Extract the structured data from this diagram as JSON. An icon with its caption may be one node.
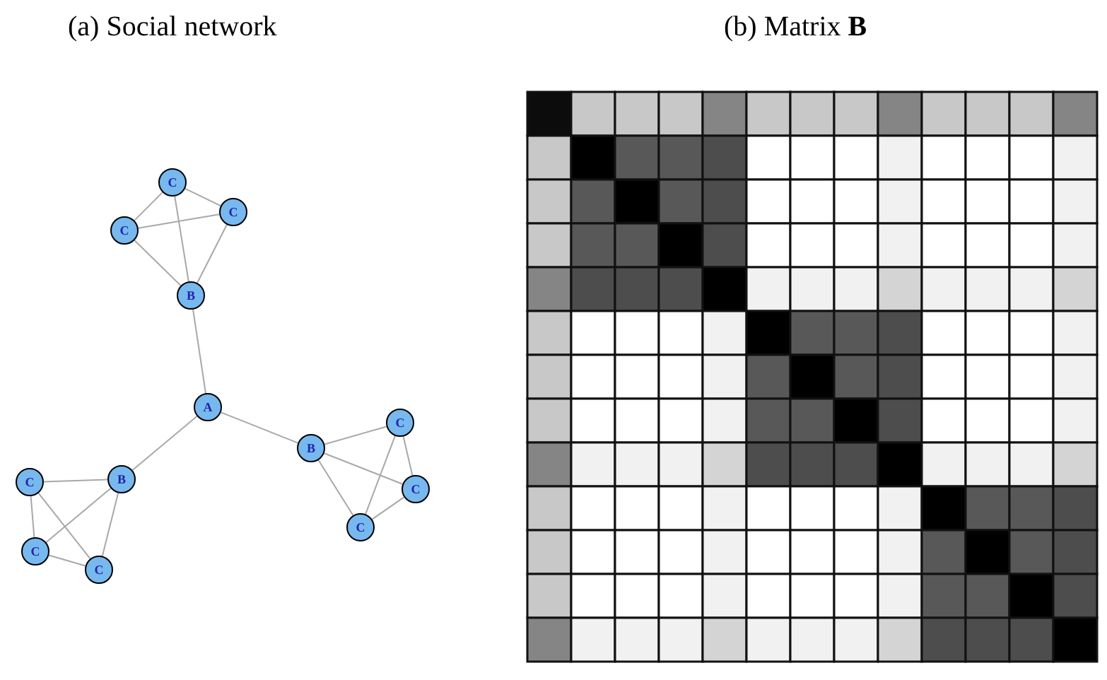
{
  "diagram": {
    "nodes": [
      {
        "text": [
          "C"
        ]
      },
      {
        "text": [
          "C"
        ]
      },
      {
        "text": [
          "C"
        ]
      },
      {
        "text": [
          "B"
        ]
      },
      {
        "text": [
          "A"
        ]
      },
      {
        "text": [
          "C"
        ]
      },
      {
        "text": [
          "B"
        ]
      },
      {
        "text": [
          "B"
        ]
      },
      {
        "text": [
          "C"
        ]
      },
      {
        "text": [
          "C"
        ]
      },
      {
        "text": [
          "C"
        ]
      },
      {
        "text": [
          "C"
        ]
      },
      {
        "text": [
          "C"
        ]
      }
    ],
    "edges": [
      {
        "from": 4,
        "to": 3,
        "arrow": "none"
      },
      {
        "from": 4,
        "to": 7,
        "arrow": "none"
      },
      {
        "from": 4,
        "to": 6,
        "arrow": "none"
      },
      {
        "from": 0,
        "to": 1,
        "arrow": "none"
      },
      {
        "from": 0,
        "to": 2,
        "arrow": "none"
      },
      {
        "from": 2,
        "to": 1,
        "arrow": "none"
      },
      {
        "from": 0,
        "to": 3,
        "arrow": "none"
      },
      {
        "from": 2,
        "to": 3,
        "arrow": "none"
      },
      {
        "from": 1,
        "to": 3,
        "arrow": "none"
      },
      {
        "from": 8,
        "to": 7,
        "arrow": "none"
      },
      {
        "from": 8,
        "to": 11,
        "arrow": "none"
      },
      {
        "from": 8,
        "to": 12,
        "arrow": "none"
      },
      {
        "from": 11,
        "to": 7,
        "arrow": "none"
      },
      {
        "from": 11,
        "to": 12,
        "arrow": "none"
      },
      {
        "from": 12,
        "to": 7,
        "arrow": "none"
      },
      {
        "from": 6,
        "to": 5,
        "arrow": "none"
      },
      {
        "from": 6,
        "to": 9,
        "arrow": "none"
      },
      {
        "from": 6,
        "to": 10,
        "arrow": "none"
      },
      {
        "from": 5,
        "to": 9,
        "arrow": "none"
      },
      {
        "from": 5,
        "to": 10,
        "arrow": "none"
      },
      {
        "from": 9,
        "to": 10,
        "arrow": "none"
      }
    ],
    "labels": [
      "(a) Social network",
      "(b) Matrix **B**"
    ]
  }
}
